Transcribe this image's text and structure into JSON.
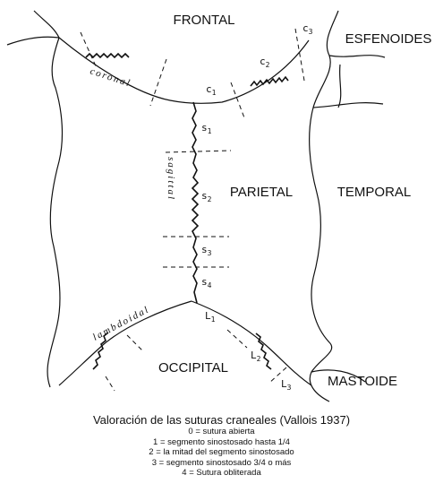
{
  "regions": {
    "frontal": "FRONTAL",
    "esfenoides": "ESFENOIDES",
    "parietal": "PARIETAL",
    "temporal": "TEMPORAL",
    "occipital": "OCCIPITAL",
    "mastoide": "MASTOIDE"
  },
  "sutures": {
    "coronal": "coronal",
    "sagittal": "sagittal",
    "lambdoidal": "lambdoidal"
  },
  "segments": {
    "c1": {
      "letter": "c",
      "index": "1"
    },
    "c2": {
      "letter": "c",
      "index": "2"
    },
    "c3": {
      "letter": "c",
      "index": "3"
    },
    "s1": {
      "letter": "s",
      "index": "1"
    },
    "s2": {
      "letter": "s",
      "index": "2"
    },
    "s3": {
      "letter": "s",
      "index": "3"
    },
    "s4": {
      "letter": "s",
      "index": "4"
    },
    "l1": {
      "letter": "L",
      "index": "1"
    },
    "l2": {
      "letter": "L",
      "index": "2"
    },
    "l3": {
      "letter": "L",
      "index": "3"
    }
  },
  "legend": {
    "title": "Valoración de las suturas craneales (Vallois 1937)",
    "items": [
      "0 = sutura abierta",
      "1 = segmento sinostosado hasta 1/4",
      "2 = la mitad del segmento sinostosado",
      "3 = segmento sinostosado 3/4 o más",
      "4 = Sutura obliterada"
    ]
  }
}
